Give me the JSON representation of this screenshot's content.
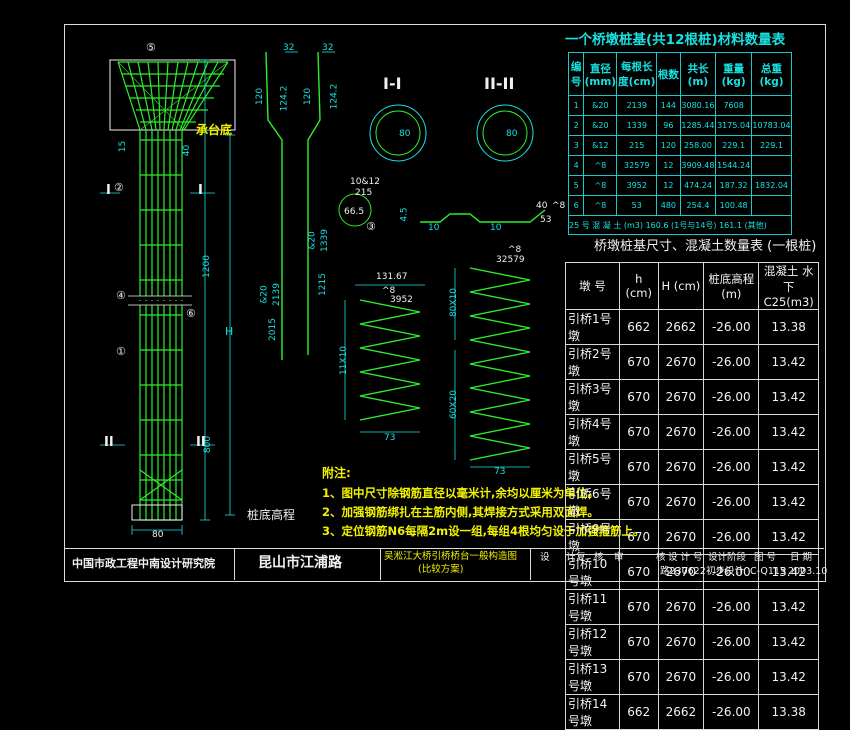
{
  "drawing": {
    "material_table_title": "一个桥墩桩基(共12根桩)材料数量表",
    "material_headers": [
      "编号",
      "直径(mm)",
      "每根长度(cm)",
      "根数",
      "共长(m)",
      "重量(kg)",
      "总重(kg)"
    ],
    "material_rows": [
      [
        "1",
        "&20",
        "2139",
        "144",
        "3080.16",
        "7608",
        ""
      ],
      [
        "2",
        "&20",
        "1339",
        "96",
        "1285.44",
        "3175.04",
        "10783.04"
      ],
      [
        "3",
        "&12",
        "215",
        "120",
        "258.00",
        "229.1",
        "229.1"
      ],
      [
        "4",
        "^8",
        "32579",
        "12",
        "3909.48",
        "1544.24",
        ""
      ],
      [
        "5",
        "^8",
        "3952",
        "12",
        "474.24",
        "187.32",
        "1832.04"
      ],
      [
        "6",
        "^8",
        "53",
        "480",
        "254.4",
        "100.48",
        ""
      ]
    ],
    "concrete_note": "25 号 混 凝 土 (m3)",
    "concrete_values": "160.6 (1号与14号)  161.1 (其他)",
    "pile_table_title": "桥墩桩基尺寸、混凝土数量表 (一根桩)",
    "pile_headers": [
      "墩 号",
      "h (cm)",
      "H (cm)",
      "桩底高程 (m)",
      "混凝土 水下C25(m3)"
    ],
    "pile_rows": [
      [
        "引桥1号墩",
        "662",
        "2662",
        "-26.00",
        "13.38"
      ],
      [
        "引桥2号墩",
        "670",
        "2670",
        "-26.00",
        "13.42"
      ],
      [
        "引桥3号墩",
        "670",
        "2670",
        "-26.00",
        "13.42"
      ],
      [
        "引桥4号墩",
        "670",
        "2670",
        "-26.00",
        "13.42"
      ],
      [
        "引桥5号墩",
        "670",
        "2670",
        "-26.00",
        "13.42"
      ],
      [
        "引桥6号墩",
        "670",
        "2670",
        "-26.00",
        "13.42"
      ],
      [
        "引桥9号墩",
        "670",
        "2670",
        "-26.00",
        "13.42"
      ],
      [
        "引桥10号墩",
        "670",
        "2670",
        "-26.00",
        "13.42"
      ],
      [
        "引桥11号墩",
        "670",
        "2670",
        "-26.00",
        "13.42"
      ],
      [
        "引桥12号墩",
        "670",
        "2670",
        "-26.00",
        "13.42"
      ],
      [
        "引桥13号墩",
        "670",
        "2670",
        "-26.00",
        "13.42"
      ],
      [
        "引桥14号墩",
        "662",
        "2662",
        "-26.00",
        "13.38"
      ]
    ],
    "section_labels": [
      "I-I",
      "II-II"
    ],
    "cap_label": "承台底",
    "pile_bottom_label": "桩底高程",
    "dims": {
      "d80a": "80",
      "d80b": "80",
      "d80c": "80",
      "d32a": "32",
      "d32b": "32",
      "d120a": "120",
      "d120b": "120",
      "d1242a": "124.2",
      "d1242b": "124.2",
      "d15": "15",
      "d40": "40",
      "d1200": "1200",
      "dH": "H",
      "d800": "800",
      "d2015": "2015",
      "d1215": "1215",
      "dr1": "&20",
      "dr1b": "2139",
      "dr2": "&20",
      "dr2b": "1339",
      "d10812": "10&12",
      "d215": "215",
      "d665": "66.5",
      "d45": "4.5",
      "d10a": "10",
      "d10b": "10",
      "d40a": "40",
      "d8": "^8",
      "d53": "53",
      "d13167": "131.67",
      "d8b": "^8",
      "d3952": "3952",
      "d8c": "^8",
      "d32579": "32579",
      "d11x10": "11X10",
      "d80x10": "80X10",
      "d60x20": "60X20",
      "d73a": "73",
      "d73b": "73",
      "dI1": "I",
      "dI2": "I",
      "dII1": "II",
      "dII2": "II"
    },
    "marks": [
      "①",
      "②",
      "③",
      "④",
      "⑤",
      "⑥"
    ],
    "notes_title": "附注:",
    "notes": [
      "1、图中尺寸除钢筋直径以毫米计,余均以厘米为单位。",
      "2、加强钢筋绑扎在主筋内侧,其焊接方式采用双面焊。",
      "3、定位钢筋N6每隔2m设一组,每组4根均匀设于加强箍筋上。"
    ],
    "title_block": {
      "institute": "中国市政工程中南设计研究院",
      "project": "昆山市江浦路",
      "drawing_name": "吴淞江大桥引桥桥台一般构造图",
      "drawing_sub": "(比较方案)",
      "c1": "设",
      "c2": "计",
      "c3": "复",
      "c4": "核",
      "c5": "审",
      "c6": "核",
      "c7": "设 计 号",
      "c8": "设计阶段",
      "c9": "图 号",
      "c10": "日 期",
      "v1": "路230622",
      "v2": "初步设计",
      "v3": "C-Q115",
      "v4": "2003.10"
    }
  },
  "colors": {
    "bg": "#000000",
    "frame": "#dcdcdc",
    "rebar": "#2dee2d",
    "dim": "#19e0e0",
    "anno": "#f2f200"
  }
}
